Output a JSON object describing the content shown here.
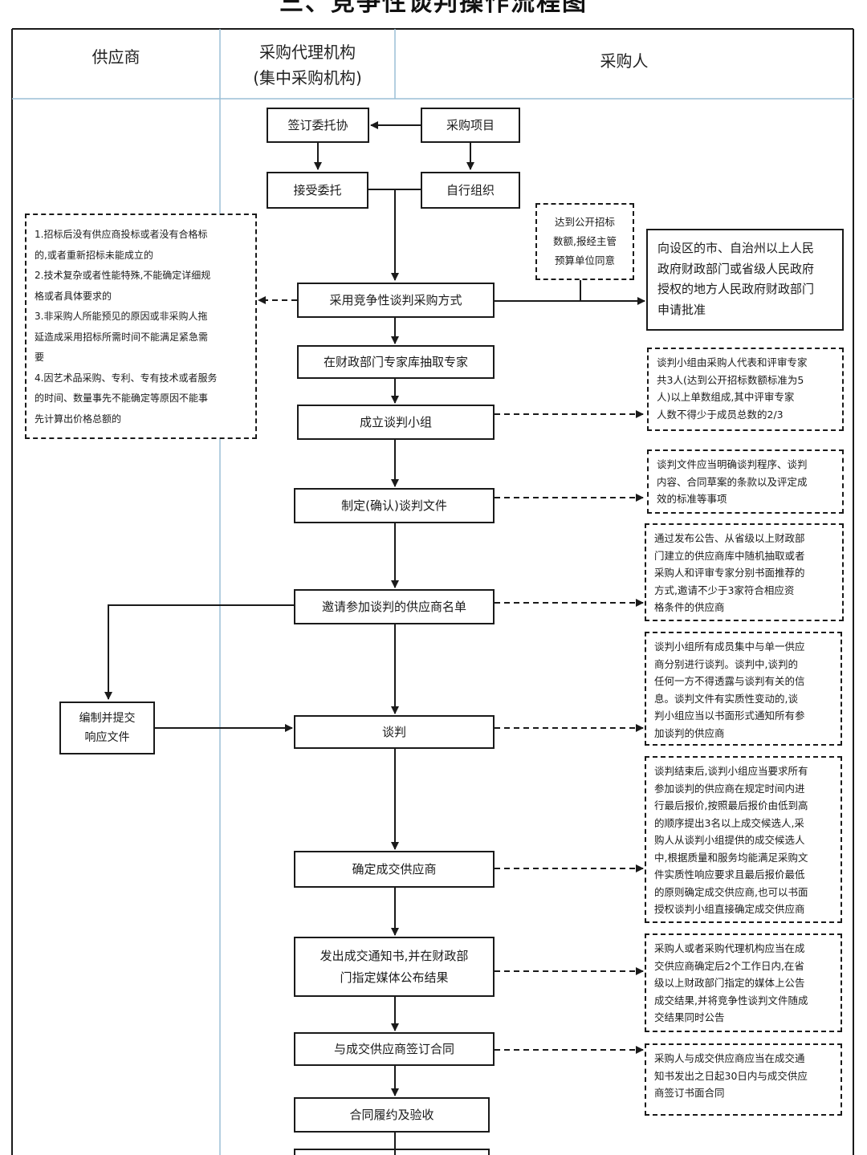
{
  "title": "三、竞争性谈判操作流程图",
  "columns": {
    "supplier": "供应商",
    "agency_line1": "采购代理机构",
    "agency_line2": "(集中采购机构)",
    "purchaser": "采购人"
  },
  "steps": {
    "sign_entrust": "签订委托协",
    "purchase_project": "采购项目",
    "accept_entrust": "接受委托",
    "self_organize": "自行组织",
    "adopt_method": "采用竞争性谈判采购方式",
    "draw_experts": "在财政部门专家库抽取专家",
    "form_team": "成立谈判小组",
    "make_docs": "制定(确认)谈判文件",
    "invite_list": "邀请参加谈判的供应商名单",
    "prepare_response_line1": "编制并提交",
    "prepare_response_line2": "响应文件",
    "negotiate": "谈判",
    "determine_supplier": "确定成交供应商",
    "issue_notice_line1": "发出成交通知书,并在财政部",
    "issue_notice_line2": "门指定媒体公布结果",
    "sign_contract": "与成交供应商签订合同",
    "perform_accept": "合同履约及验收"
  },
  "notes": {
    "threshold": [
      "达到公开招标",
      "数额,报经主管",
      "预算单位同意"
    ],
    "apply_approval": [
      "向设区的市、自治州以上人民",
      "政府财政部门或省级人民政府",
      "授权的地方人民政府财政部门",
      "申请批准"
    ],
    "conditions": [
      "1.招标后没有供应商投标或者没有合格标",
      "的,或者重新招标未能成立的",
      "2.技术复杂或者性能特殊,不能确定详细规",
      "格或者具体要求的",
      "3.非采购人所能预见的原因或非采购人拖",
      "延造成采用招标所需时间不能满足紧急需",
      "要",
      "4.因艺术品采购、专利、专有技术或者服务",
      "的时间、数量事先不能确定等原因不能事",
      "先计算出价格总额的"
    ],
    "team_composition": [
      "谈判小组由采购人代表和评审专家",
      "共3人(达到公开招标数额标准为5",
      "人)以上单数组成,其中评审专家",
      "人数不得少于成员总数的2/3"
    ],
    "docs_content": [
      "谈判文件应当明确谈判程序、谈判",
      "内容、合同草案的条款以及评定成",
      "效的标准等事项"
    ],
    "invite_method": [
      "通过发布公告、从省级以上财政部",
      "门建立的供应商库中随机抽取或者",
      "采购人和评审专家分别书面推荐的",
      "方式,邀请不少于3家符合相应资",
      "格条件的供应商"
    ],
    "negotiate_rules": [
      "谈判小组所有成员集中与单一供应",
      "商分别进行谈判。谈判中,谈判的",
      "任何一方不得透露与谈判有关的信",
      "息。谈判文件有实质性变动的,谈",
      "判小组应当以书面形式通知所有参",
      "加谈判的供应商"
    ],
    "final_quote": [
      "谈判结束后,谈判小组应当要求所有",
      "参加谈判的供应商在规定时间内进",
      "行最后报价,按照最后报价由低到高",
      "的顺序提出3名以上成交候选人,采",
      "购人从谈判小组提供的成交候选人",
      "中,根据质量和服务均能满足采购文",
      "件实质性响应要求且最后报价最低",
      "的原则确定成交供应商,也可以书面",
      "授权谈判小组直接确定成交供应商"
    ],
    "announce": [
      "采购人或者采购代理机构应当在成",
      "交供应商确定后2个工作日内,在省",
      "级以上财政部门指定的媒体上公告",
      "成交结果,并将竞争性谈判文件随成",
      "交结果同时公告"
    ],
    "contract_deadline": [
      "采购人与成交供应商应当在成交通",
      "知书发出之日起30日内与成交供应",
      "商签订书面合同"
    ]
  },
  "colors": {
    "line": "#1a1a1a",
    "divider": "#9bbfd6",
    "background": "#ffffff"
  }
}
